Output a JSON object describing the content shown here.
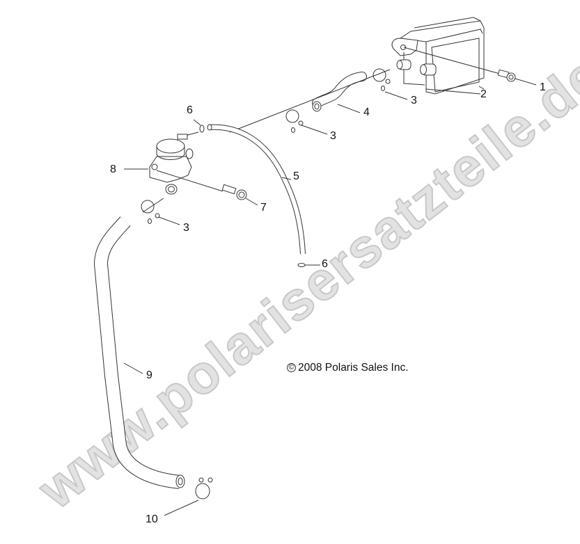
{
  "diagram": {
    "type": "exploded-parts-diagram",
    "copyright": "2008 Polaris Sales Inc.",
    "copyright_symbol": "©",
    "watermark": "www.polarisersatzteile.de",
    "colors": {
      "line": "#333333",
      "watermark_fill": "#e2e2e2",
      "watermark_stroke": "#c8c8c8",
      "background": "#ffffff"
    },
    "callouts": [
      {
        "id": "c1",
        "label": "1",
        "part": "screw"
      },
      {
        "id": "c2",
        "label": "2",
        "part": "canister / valve body"
      },
      {
        "id": "c3a",
        "label": "3",
        "part": "hose clamp (upper right)"
      },
      {
        "id": "c3b",
        "label": "3",
        "part": "hose clamp (middle)"
      },
      {
        "id": "c3c",
        "label": "3",
        "part": "hose clamp (left)"
      },
      {
        "id": "c4",
        "label": "4",
        "part": "hose"
      },
      {
        "id": "c5",
        "label": "5",
        "part": "hose"
      },
      {
        "id": "c6a",
        "label": "6",
        "part": "small clamp (upper)"
      },
      {
        "id": "c6b",
        "label": "6",
        "part": "small clamp (lower)"
      },
      {
        "id": "c7",
        "label": "7",
        "part": "bolt"
      },
      {
        "id": "c8",
        "label": "8",
        "part": "valve"
      },
      {
        "id": "c9",
        "label": "9",
        "part": "hose"
      },
      {
        "id": "c10",
        "label": "10",
        "part": "hose clamp"
      }
    ]
  }
}
